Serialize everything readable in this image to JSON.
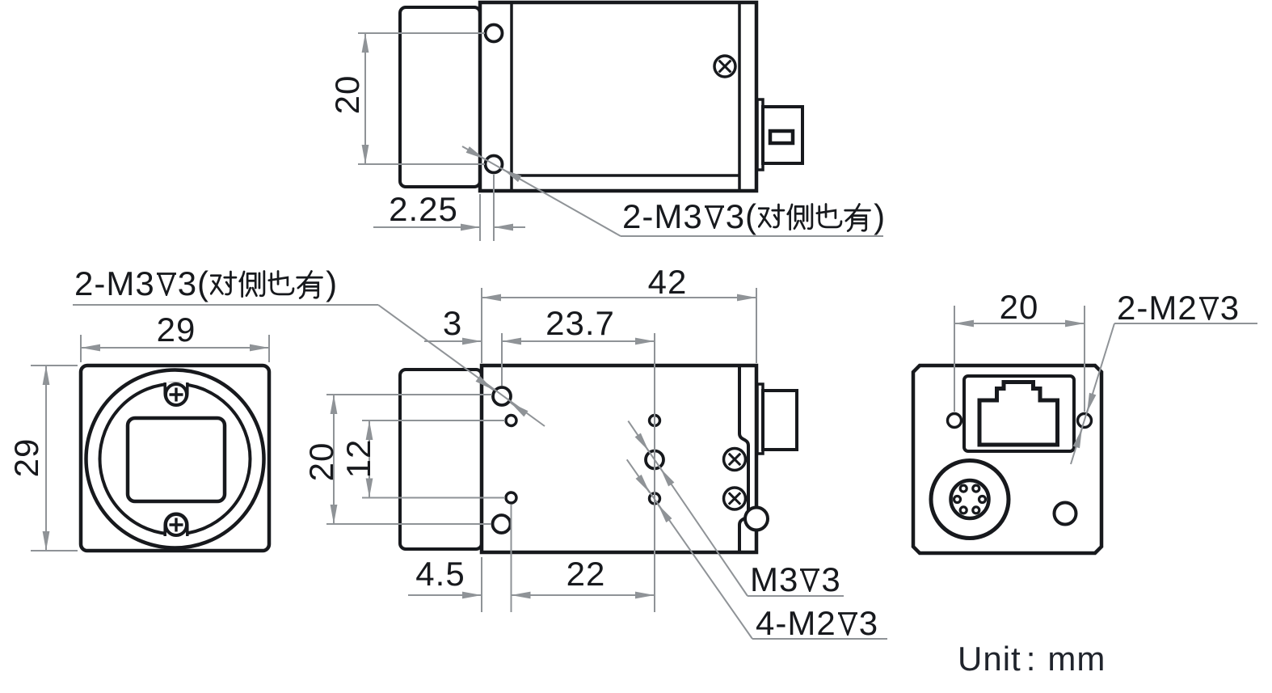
{
  "drawing": {
    "type": "mechanical-dimension-drawing",
    "views": [
      "top-view",
      "front-view",
      "side-view",
      "back-view"
    ],
    "unit_note": {
      "text": "Unit：mm",
      "word": "Unit",
      "colon": ":",
      "unit": "mm"
    },
    "colors": {
      "outline": "#17191d",
      "dimension": "#8f9397",
      "text": "#17191d",
      "background": "#ffffff"
    }
  },
  "dimensions": {
    "top_view": {
      "hole_span_vertical": "20",
      "hole_edge_offset": "2.25"
    },
    "front_view": {
      "width": "29",
      "height": "29"
    },
    "side_view": {
      "body_length": "42",
      "hole_offset_from_edge": "3",
      "m3_hole_span": "23.7",
      "big_hole_span": "20",
      "small_hole_span": "12",
      "small_hole_edge_offset": "4.5",
      "small_hole_span_h": "22"
    },
    "back_view": {
      "mount_hole_span": "20"
    }
  },
  "labels": {
    "top_m3": {
      "text": "2-M3↧3(对侧也有)",
      "pre": "2-M3",
      "mid": "3(",
      "cjk": "对侧也有",
      "close": ")"
    },
    "left_m3": {
      "text": "2-M3↧3(对侧也有)",
      "pre": "2-M3",
      "mid": "3(",
      "cjk": "对侧也有",
      "close": ")"
    },
    "m3_depth": {
      "text": "M3↧3",
      "pre": "M3",
      "mid": "3"
    },
    "m2_four": {
      "text": "4-M2↧3",
      "pre": "4-M2",
      "mid": "3"
    },
    "m2_two": {
      "text": "2-M2↧3",
      "pre": "2-M2",
      "mid": "3"
    }
  }
}
